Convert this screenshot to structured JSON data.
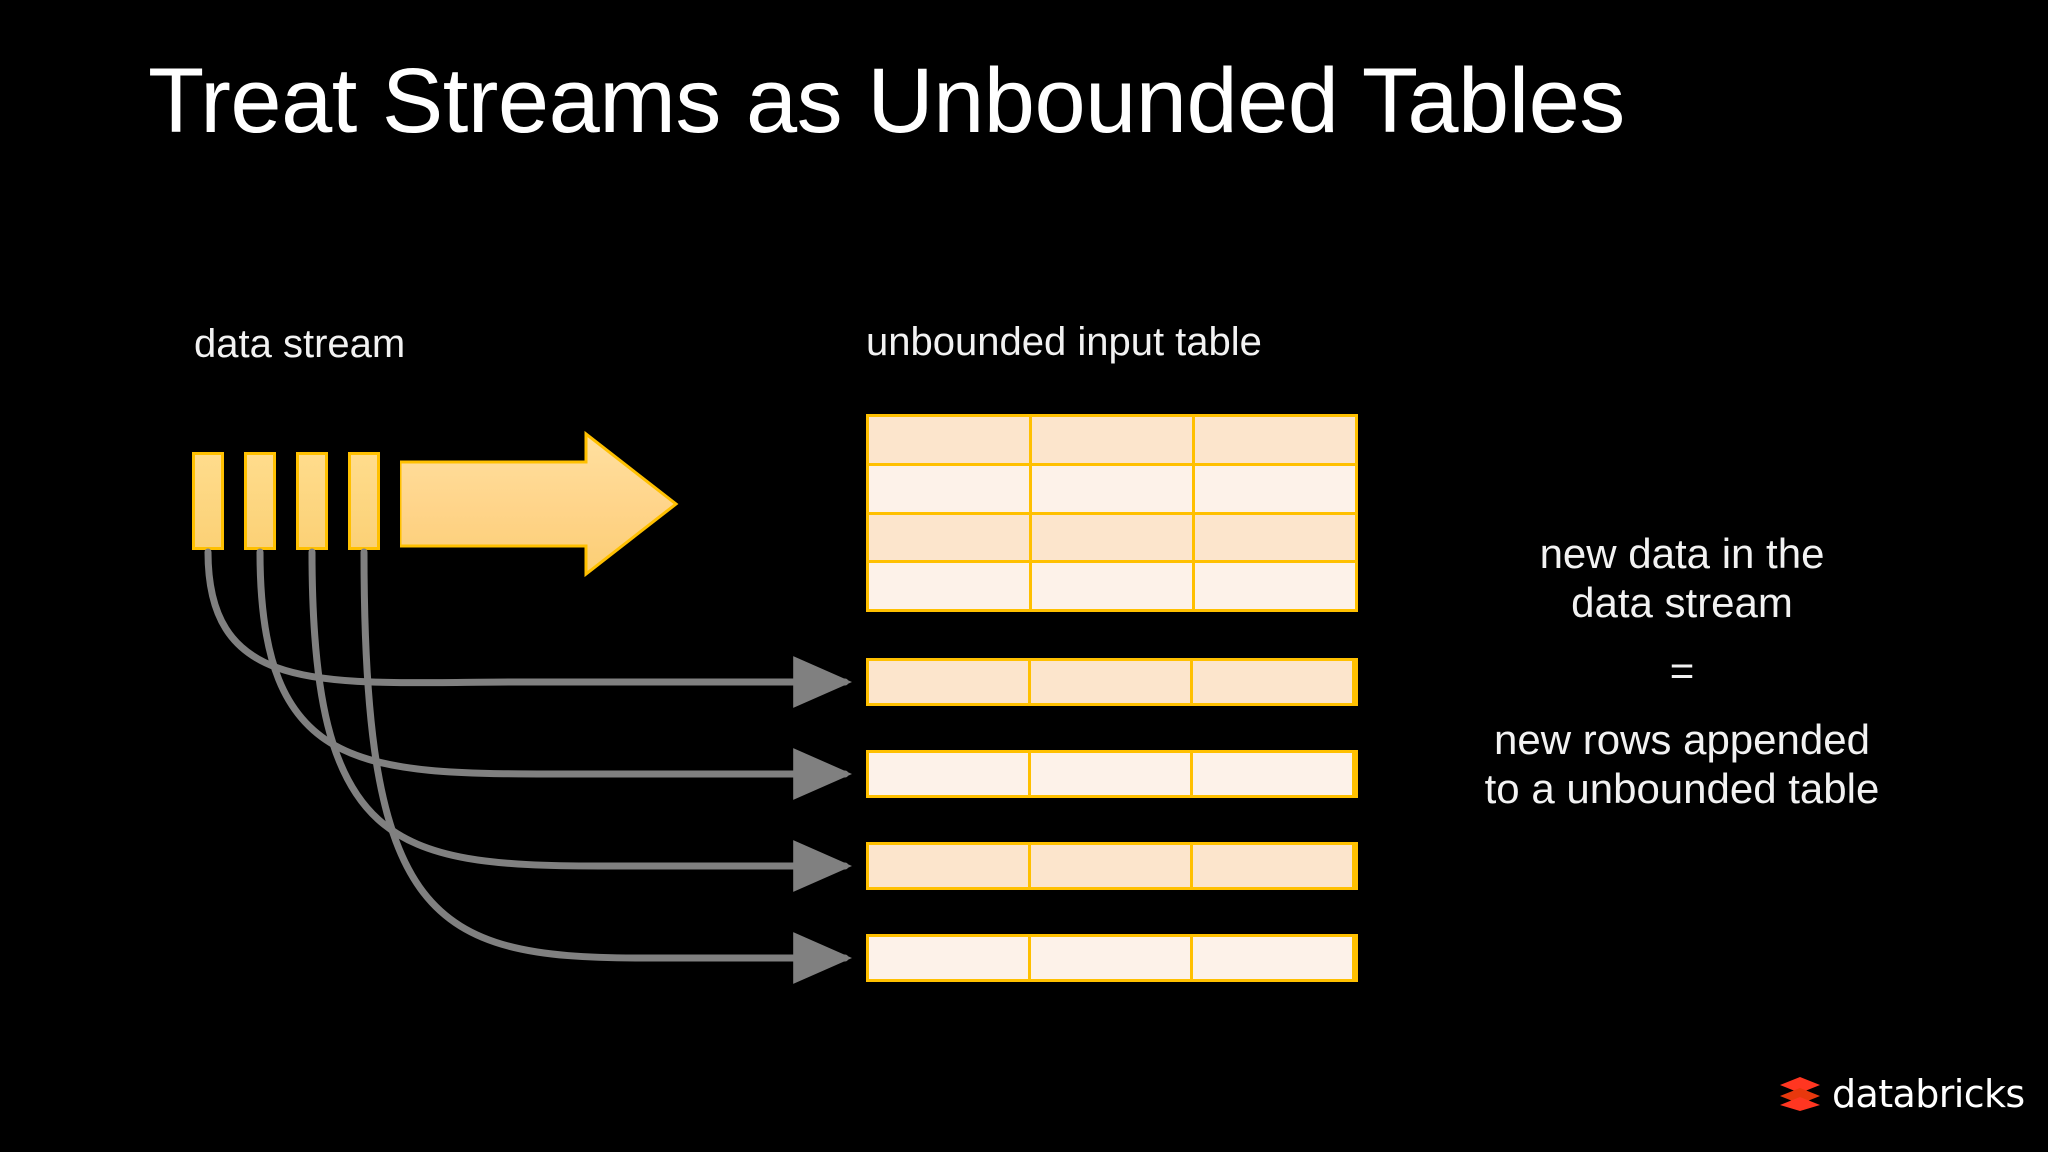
{
  "slide": {
    "title": "Treat Streams as Unbounded Tables",
    "background_color": "#000000",
    "title_color": "#ffffff"
  },
  "labels": {
    "data_stream": "data stream",
    "input_table": "unbounded input table"
  },
  "diagram": {
    "stream_bars": [
      {
        "name": "stream-packet-1"
      },
      {
        "name": "stream-packet-2"
      },
      {
        "name": "stream-packet-3"
      },
      {
        "name": "stream-packet-4"
      }
    ],
    "flow_arrow": {
      "name": "flow-arrow",
      "direction": "right"
    },
    "input_table": {
      "columns": 3,
      "rows": 4,
      "row_shades": [
        "dark",
        "light",
        "dark",
        "light"
      ]
    },
    "appended_rows": [
      {
        "shade": "dark",
        "columns": 3
      },
      {
        "shade": "light",
        "columns": 3
      },
      {
        "shade": "dark",
        "columns": 3
      },
      {
        "shade": "light",
        "columns": 3
      }
    ],
    "connectors": 4
  },
  "explanation": {
    "top_line_1": "new data in the",
    "top_line_2": "data stream",
    "equals": "=",
    "bottom_line_1": "new rows appended",
    "bottom_line_2": "to a unbounded table"
  },
  "branding": {
    "logo_text": "databricks",
    "logo_mark": "stacked-blocks-icon",
    "logo_color": "#FF3621"
  },
  "colors": {
    "accent_border": "#FFC000",
    "bar_fill": "#FFD87F",
    "arrow_fill": "#FFD98A",
    "row_dark": "#FCE5CC",
    "row_light": "#FDF2E9",
    "connector": "#808080",
    "text": "#f2f2f2"
  }
}
